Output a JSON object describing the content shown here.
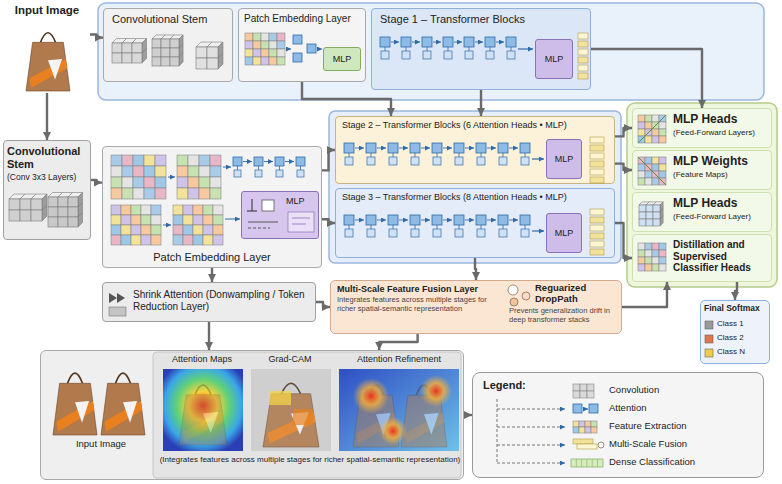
{
  "diagram": {
    "nodes": [
      {
        "text": [
          "Input Image"
        ]
      },
      {
        "text": [
          "Convolutional Stem"
        ]
      },
      {
        "text": [
          "Patch Embedding Layer"
        ]
      },
      {
        "text": [
          "MLP"
        ],
        "in": 2
      },
      {
        "text": [
          "Stage 1 – Transformer Blocks"
        ]
      },
      {
        "text": [
          "MLP"
        ],
        "in": 4
      },
      {
        "text": [
          "Convolutional Stem",
          "(Conv 3x3 Layers)"
        ]
      },
      {
        "text": [
          "Patch Embedding Layer"
        ]
      },
      {
        "text": [
          "MLP"
        ],
        "in": 7
      },
      {
        "text": [
          "Stage 2 – Transformer Blocks (6 Attention Heads • MLP)"
        ]
      },
      {
        "text": [
          "MLP"
        ],
        "in": 9
      },
      {
        "text": [
          "Stage 3 – Transformer Blocks (8 Attention Heads • MLP)"
        ]
      },
      {
        "text": [
          "MLP"
        ],
        "in": 11
      },
      {
        "text": [
          "Shrink Attention (Donwampling / Token Reduction Layer)"
        ]
      },
      {
        "text": [
          "Multi-Scale Feature Fusion Layer",
          "Integrates features across multiple stages for richer spatial-semantic representation",
          "Reguarized DropPath",
          "Prevents generalization drift in deep transformer stacks"
        ]
      },
      {
        "text": [
          "MLP Heads",
          "(Feed-Forward Layers)"
        ]
      },
      {
        "text": [
          "MLP Weights",
          "(Feature Maps)"
        ]
      },
      {
        "text": [
          "MLP Heads",
          "(Feed-Forward Layer)"
        ]
      },
      {
        "text": [
          "Distillation and Supervised Classifier Heads"
        ]
      },
      {
        "text": [
          "Final Softmax",
          "Class 1",
          "Class 2",
          "Class N"
        ]
      },
      {
        "text": [
          "Input Image",
          "Attention Maps",
          "Grad-CAM",
          "Attention Refinement",
          "(Integrates features across multiple stages for richer spatial-semantic representation)"
        ]
      }
    ],
    "edges": [
      {
        "from": 0,
        "to": 1,
        "arrow": "to"
      },
      {
        "from": 0,
        "to": 6,
        "arrow": "to"
      },
      {
        "from": 6,
        "to": 7,
        "arrow": "to"
      },
      {
        "from": 7,
        "to": 9,
        "arrow": "to"
      },
      {
        "from": 7,
        "to": 11,
        "arrow": "to"
      },
      {
        "from": 7,
        "to": 13,
        "arrow": "to"
      },
      {
        "from": 2,
        "to": 9,
        "arrow": "to"
      },
      {
        "from": 4,
        "to": 9,
        "arrow": "to"
      },
      {
        "from": 4,
        "to": 15,
        "arrow": "to"
      },
      {
        "from": 9,
        "to": 15,
        "arrow": "to"
      },
      {
        "from": 9,
        "to": 16,
        "arrow": "to"
      },
      {
        "from": 11,
        "to": 18,
        "arrow": "to"
      },
      {
        "from": 11,
        "to": 14,
        "arrow": "to"
      },
      {
        "from": 13,
        "to": 14,
        "arrow": "to"
      },
      {
        "from": 14,
        "to": 18,
        "arrow": "to"
      },
      {
        "from": 18,
        "to": 19,
        "arrow": "to"
      },
      {
        "from": 13,
        "to": 20,
        "arrow": "to"
      },
      {
        "from": 14,
        "to": 20,
        "arrow": "to"
      }
    ],
    "labels": [
      "Legend:"
    ],
    "legend": [
      {
        "text": "Convolution"
      },
      {
        "text": "Attention"
      },
      {
        "text": "Feature Extraction"
      },
      {
        "text": "Multi-Scale Fusion"
      },
      {
        "text": "Dense Classification"
      }
    ]
  }
}
